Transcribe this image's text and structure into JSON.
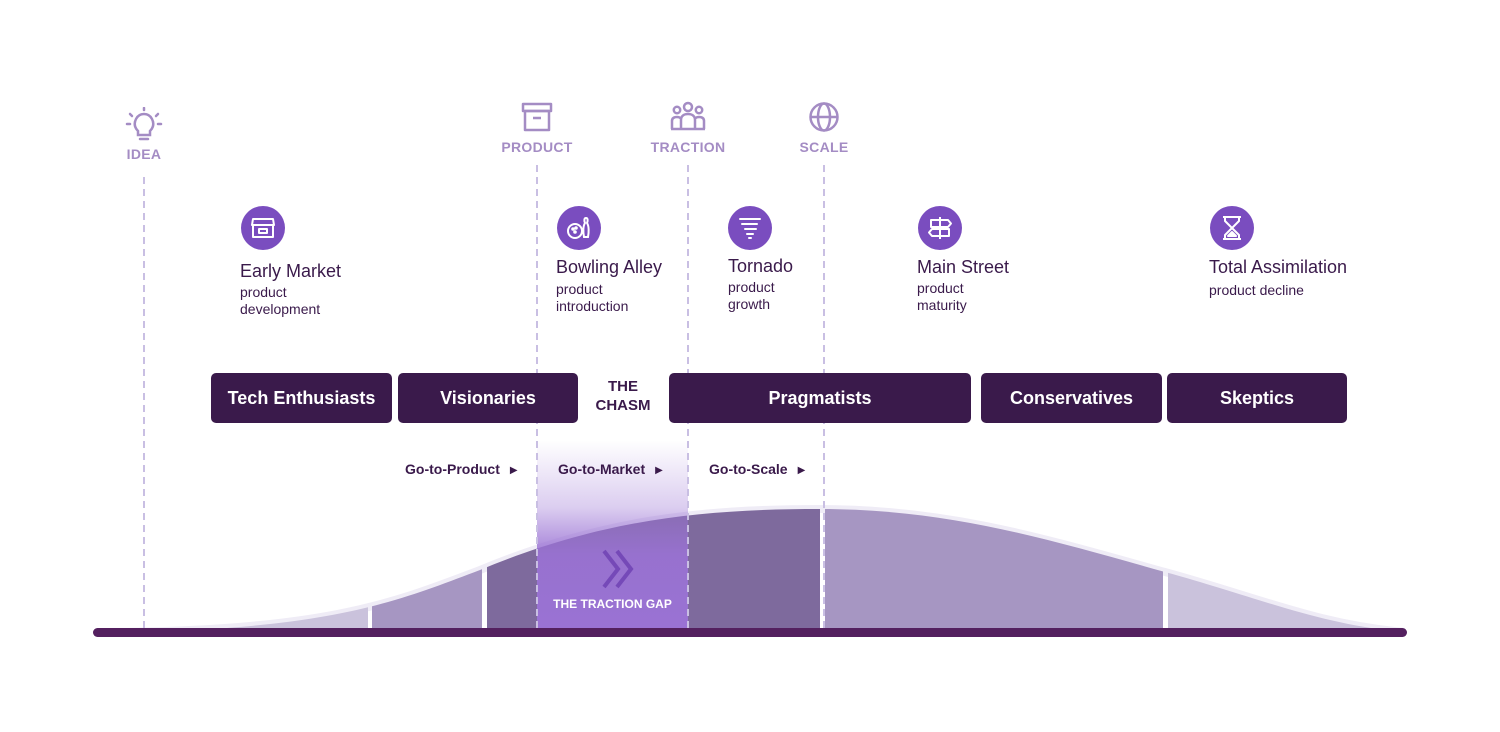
{
  "colors": {
    "dark_purple": "#3a1a4b",
    "accent_purple": "#7a4dbf",
    "milestone_purple": "#a48cc4",
    "line_lavender": "#c9bfe3",
    "curve_light": "#cac2dc",
    "curve_mid": "#a696c2",
    "curve_dark": "#7e6a9d",
    "gap_purple": "#9a72d4"
  },
  "milestones": [
    {
      "label": "IDEA",
      "icon": "lightbulb-icon"
    },
    {
      "label": "PRODUCT",
      "icon": "archive-box-icon"
    },
    {
      "label": "TRACTION",
      "icon": "people-group-icon"
    },
    {
      "label": "SCALE",
      "icon": "globe-icon"
    }
  ],
  "stages": [
    {
      "title": "Early Market",
      "subtitle": [
        "product",
        "development"
      ],
      "icon": "storefront-icon"
    },
    {
      "title": "Bowling Alley",
      "subtitle": [
        "product",
        "introduction"
      ],
      "icon": "bowling-icon"
    },
    {
      "title": "Tornado",
      "subtitle": [
        "product",
        "growth"
      ],
      "icon": "tornado-icon"
    },
    {
      "title": "Main Street",
      "subtitle": [
        "product",
        "maturity"
      ],
      "icon": "signpost-icon"
    },
    {
      "title": "Total Assimilation",
      "subtitle": [
        "product decline"
      ],
      "icon": "hourglass-icon"
    }
  ],
  "segments": [
    "Tech Enthusiasts",
    "Visionaries",
    "Pragmatists",
    "Conservatives",
    "Skeptics"
  ],
  "chasm": {
    "line1": "THE",
    "line2": "CHASM"
  },
  "go_to": [
    "Go-to-Product",
    "Go-to-Market",
    "Go-to-Scale"
  ],
  "traction_gap": "THE TRACTION GAP"
}
